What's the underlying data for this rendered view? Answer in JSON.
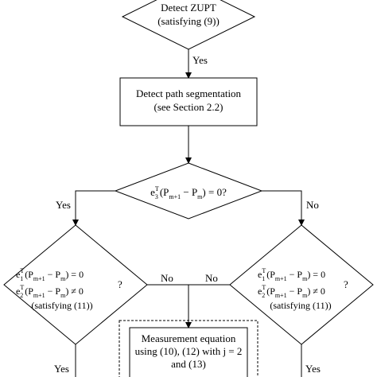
{
  "top_decision": {
    "line1": "Detect ZUPT",
    "line2": "(satisfying (9))"
  },
  "yes_label_top": "Yes",
  "segmentation_box": {
    "line1": "Detect path segmentation",
    "line2": "(see Section 2.2)"
  },
  "mid_decision": {
    "e_sym": "e",
    "e_sup": "T",
    "e_sub": "3",
    "paren_open": "(P",
    "sub_m1": "m+1",
    "minus": " − P",
    "sub_m": "m",
    "tail": ") = 0?"
  },
  "yes_label_left": "Yes",
  "no_label_right": "No",
  "left_decision": {
    "row1": {
      "e_sym": "e",
      "e_sup": "T",
      "e_sub": "1",
      "p_open": "(P",
      "sub_m1": "m+1",
      "minus": " − P",
      "sub_m": "m",
      "tail": ") = 0"
    },
    "row2": {
      "e_sym": "e",
      "e_sup": "T",
      "e_sub": "2",
      "p_open": "(P",
      "sub_m1": "m+1",
      "minus": " − P",
      "sub_m": "m",
      "tail": ") ≠ 0"
    },
    "line3": "(satisfying (11))",
    "question": "?"
  },
  "right_decision": {
    "row1": {
      "e_sym": "e",
      "e_sup": "T",
      "e_sub": "1",
      "p_open": "(P",
      "sub_m1": "m+1",
      "minus": " − P",
      "sub_m": "m",
      "tail": ") = 0"
    },
    "row2": {
      "e_sym": "e",
      "e_sup": "T",
      "e_sub": "2",
      "p_open": "(P",
      "sub_m1": "m+1",
      "minus": " − P",
      "sub_m": "m",
      "tail": ") ≠ 0"
    },
    "line3": "(satisfying (11))",
    "question": "?"
  },
  "no_label_left": "No",
  "no_label_right_inner": "No",
  "measurement_box": {
    "line1": "Measurement equation",
    "line2": "using (10), (12) with j = 2",
    "line3": "and (13)"
  },
  "yes_label_bottom_left": "Yes",
  "yes_label_bottom_right": "Yes"
}
